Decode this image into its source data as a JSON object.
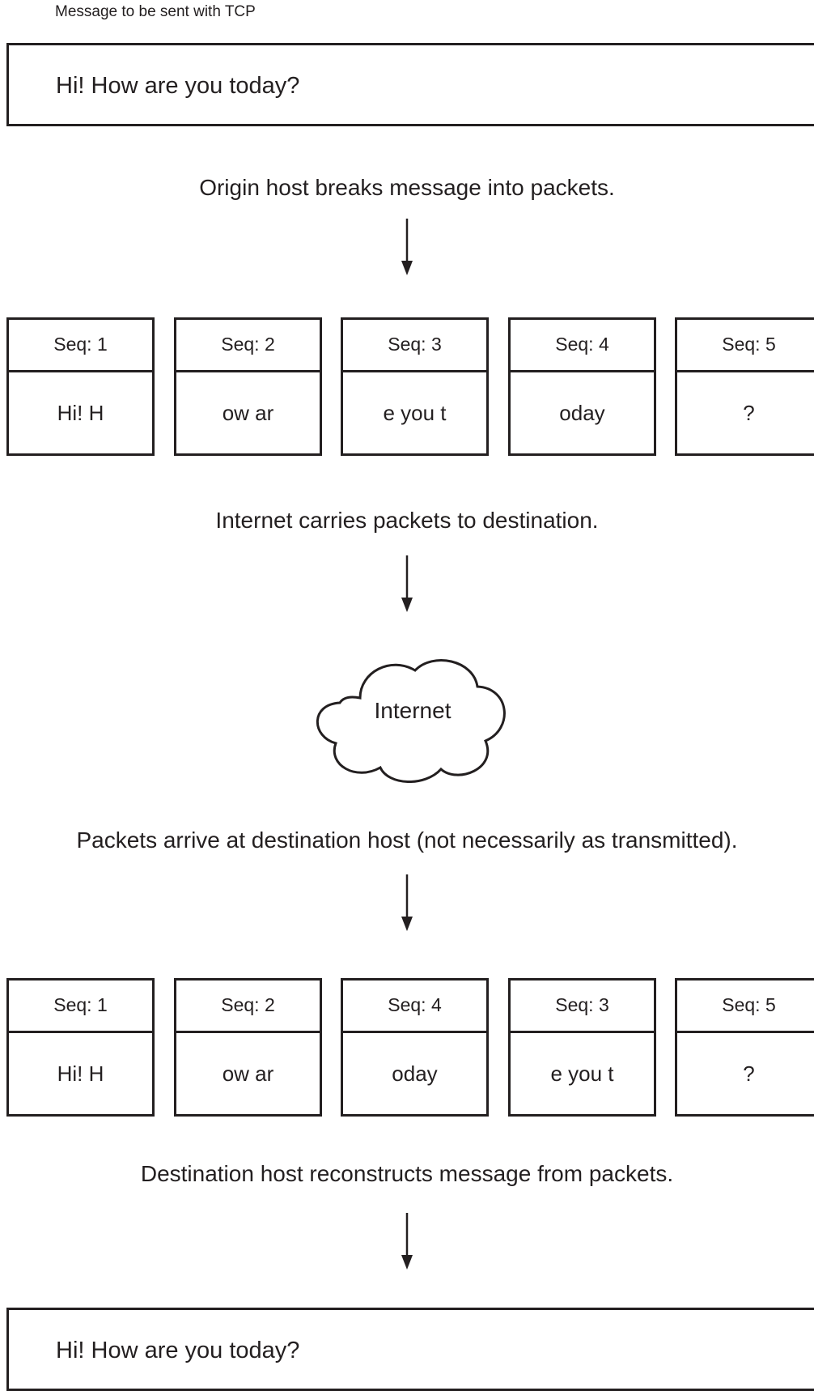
{
  "caption": "Message to be sent with TCP",
  "original_message": "Hi! How are you today?",
  "steps": [
    "Origin host breaks message into packets.",
    "Internet carries packets to destination.",
    "Packets arrive at destination host (not necessarily as transmitted).",
    "Destination host reconstructs message from packets."
  ],
  "sent_packets": [
    {
      "seq": "Seq: 1",
      "data": "Hi! H"
    },
    {
      "seq": "Seq: 2",
      "data": "ow ar"
    },
    {
      "seq": "Seq: 3",
      "data": "e you t"
    },
    {
      "seq": "Seq: 4",
      "data": "oday"
    },
    {
      "seq": "Seq: 5",
      "data": "?"
    }
  ],
  "internet_label": "Internet",
  "received_packets": [
    {
      "seq": "Seq: 1",
      "data": "Hi! H"
    },
    {
      "seq": "Seq: 2",
      "data": "ow ar"
    },
    {
      "seq": "Seq: 4",
      "data": "oday"
    },
    {
      "seq": "Seq: 3",
      "data": "e you t"
    },
    {
      "seq": "Seq: 5",
      "data": "?"
    }
  ],
  "reconstructed_message": "Hi! How are you today?"
}
